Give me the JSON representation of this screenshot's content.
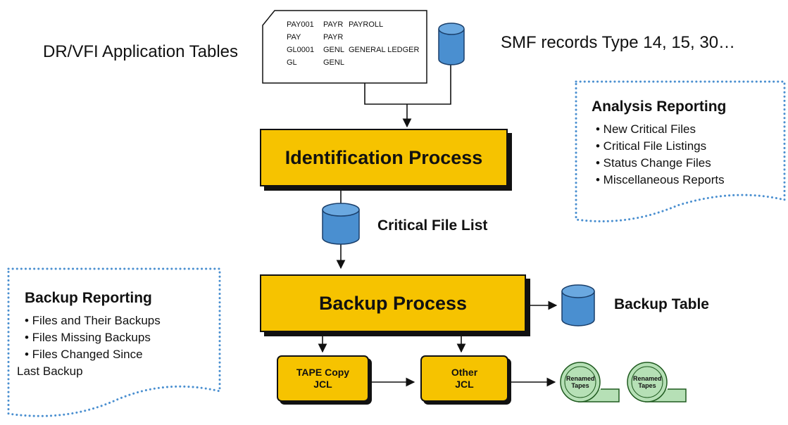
{
  "sources": {
    "app_tables_label": "DR/VFI Application Tables",
    "smf_label": "SMF records Type 14, 15, 30…",
    "app_table_rows": [
      [
        "PAY001",
        "PAYR",
        "PAYROLL"
      ],
      [
        "PAY",
        "PAYR",
        ""
      ],
      [
        "GL0001",
        "GENL",
        "GENERAL LEDGER"
      ],
      [
        "GL",
        "GENL",
        ""
      ]
    ]
  },
  "processes": {
    "identification": "Identification Process",
    "backup": "Backup Process"
  },
  "stores": {
    "critical_file_list": "Critical File List",
    "backup_table": "Backup Table"
  },
  "jcl": {
    "tape_copy": [
      "TAPE Copy",
      "JCL"
    ],
    "other": [
      "Other",
      "JCL"
    ]
  },
  "tapes": [
    [
      "Renamed",
      "Tapes"
    ],
    [
      "Renamed",
      "Tapes"
    ]
  ],
  "analysis_reporting": {
    "title": "Analysis Reporting",
    "items": [
      "• New Critical Files",
      "• Critical File Listings",
      "• Status Change Files",
      "• Miscellaneous Reports"
    ]
  },
  "backup_reporting": {
    "title": "Backup Reporting",
    "items": [
      "• Files and Their Backups",
      "• Files Missing Backups",
      "• Files Changed Since"
    ],
    "continuation": "Last Backup"
  },
  "colors": {
    "process_fill": "#f6c300",
    "cylinder_fill": "#4a8fd0",
    "tape_fill": "#b6e0b6",
    "note_border": "#4a8fd0"
  }
}
